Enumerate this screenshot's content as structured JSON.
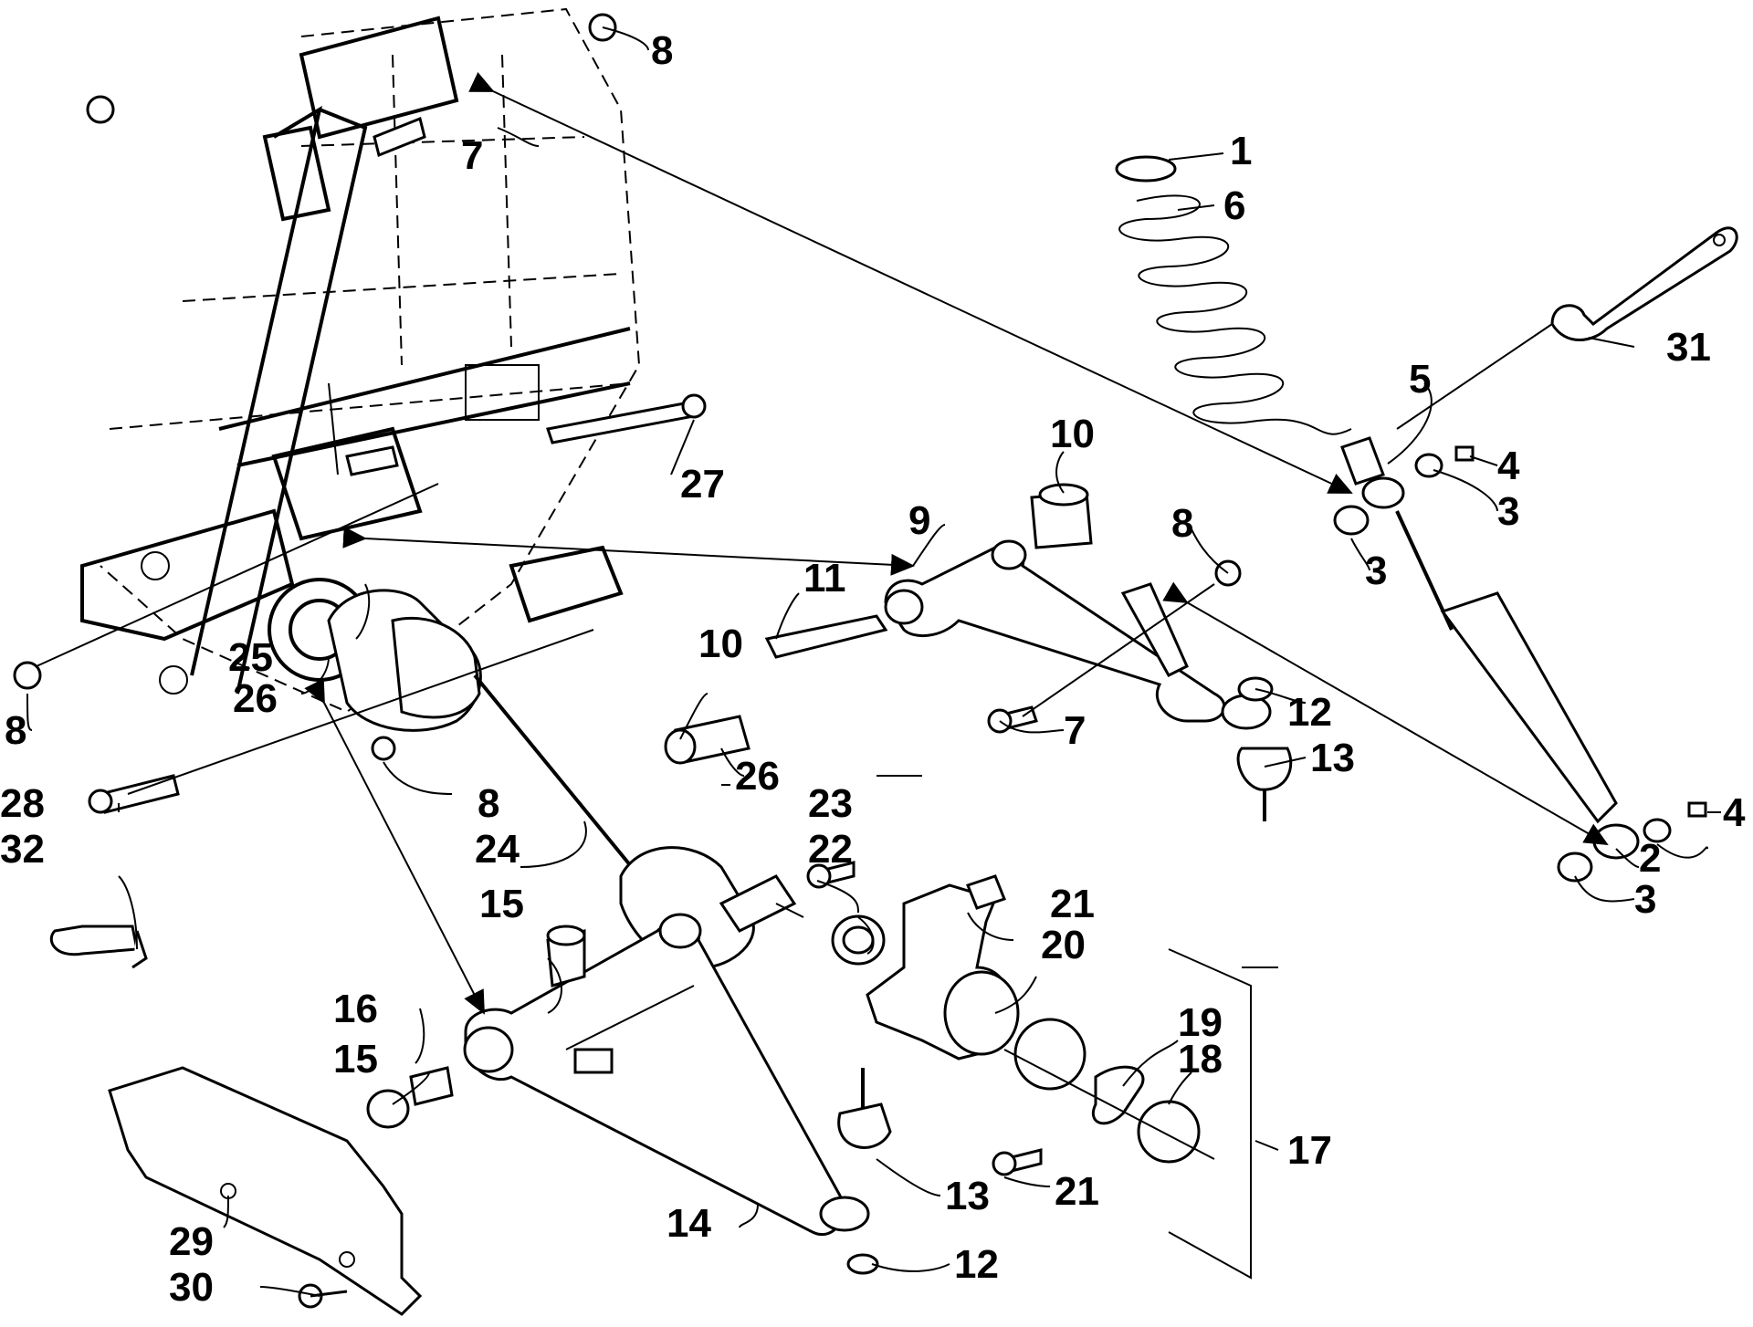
{
  "diagram": {
    "callouts": [
      "1",
      "2",
      "3",
      "3",
      "3",
      "4",
      "4",
      "5",
      "6",
      "7",
      "7",
      "8",
      "8",
      "8",
      "8",
      "9",
      "10",
      "10",
      "11",
      "12",
      "12",
      "13",
      "13",
      "14",
      "15",
      "15",
      "16",
      "17",
      "18",
      "19",
      "20",
      "21",
      "21",
      "22",
      "23",
      "24",
      "25",
      "26",
      "26",
      "27",
      "28",
      "29",
      "30",
      "31",
      "32"
    ]
  },
  "colors": {
    "line": "#000000",
    "background": "#ffffff"
  }
}
